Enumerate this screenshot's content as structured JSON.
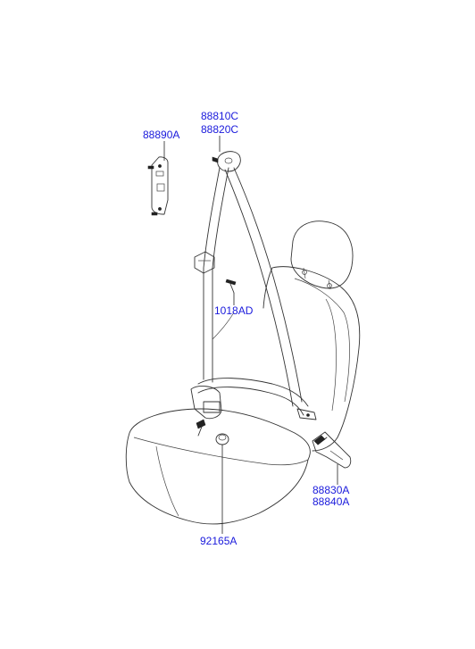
{
  "parts": {
    "p88890a": "88890A",
    "p88810c": "88810C",
    "p88820c": "88820C",
    "p1018ad": "1018AD",
    "p88830a": "88830A",
    "p88840a": "88840A",
    "p92165a": "92165A"
  },
  "colors": {
    "label": "#1a1adc",
    "line": "#333333"
  }
}
